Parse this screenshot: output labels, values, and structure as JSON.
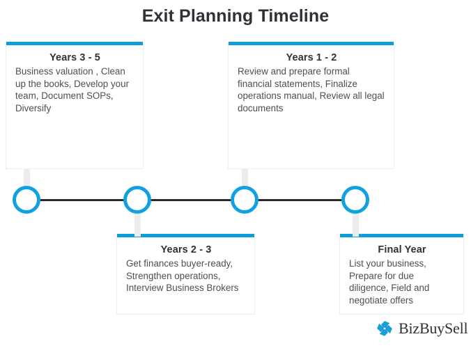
{
  "title": "Exit Planning Timeline",
  "accent_color": "#0d9ddb",
  "node_color": "#12a1e0",
  "line_color": "#2b2b2b",
  "heading_color": "#2e3236",
  "body_color": "#4a4f54",
  "cards": [
    {
      "id": "years-3-5",
      "heading": "Years 3 - 5",
      "body": "Business valuation , Clean up the books, Develop your team, Document SOPs, Diversify",
      "position": "top"
    },
    {
      "id": "years-1-2",
      "heading": "Years 1 - 2",
      "body": "Review and prepare formal financial statements, Finalize operations manual, Review all legal documents",
      "position": "top"
    },
    {
      "id": "years-2-3",
      "heading": "Years 2 - 3",
      "body": "Get finances buyer-ready, Strengthen operations, Interview Business Brokers",
      "position": "bottom"
    },
    {
      "id": "final-year",
      "heading": "Final Year",
      "body": "List your business, Prepare for due diligence, Field and negotiate offers",
      "position": "bottom"
    }
  ],
  "timeline": {
    "node_count": 4
  },
  "logo": {
    "text": "BizBuySell",
    "mark_color": "#1a9dd9"
  }
}
